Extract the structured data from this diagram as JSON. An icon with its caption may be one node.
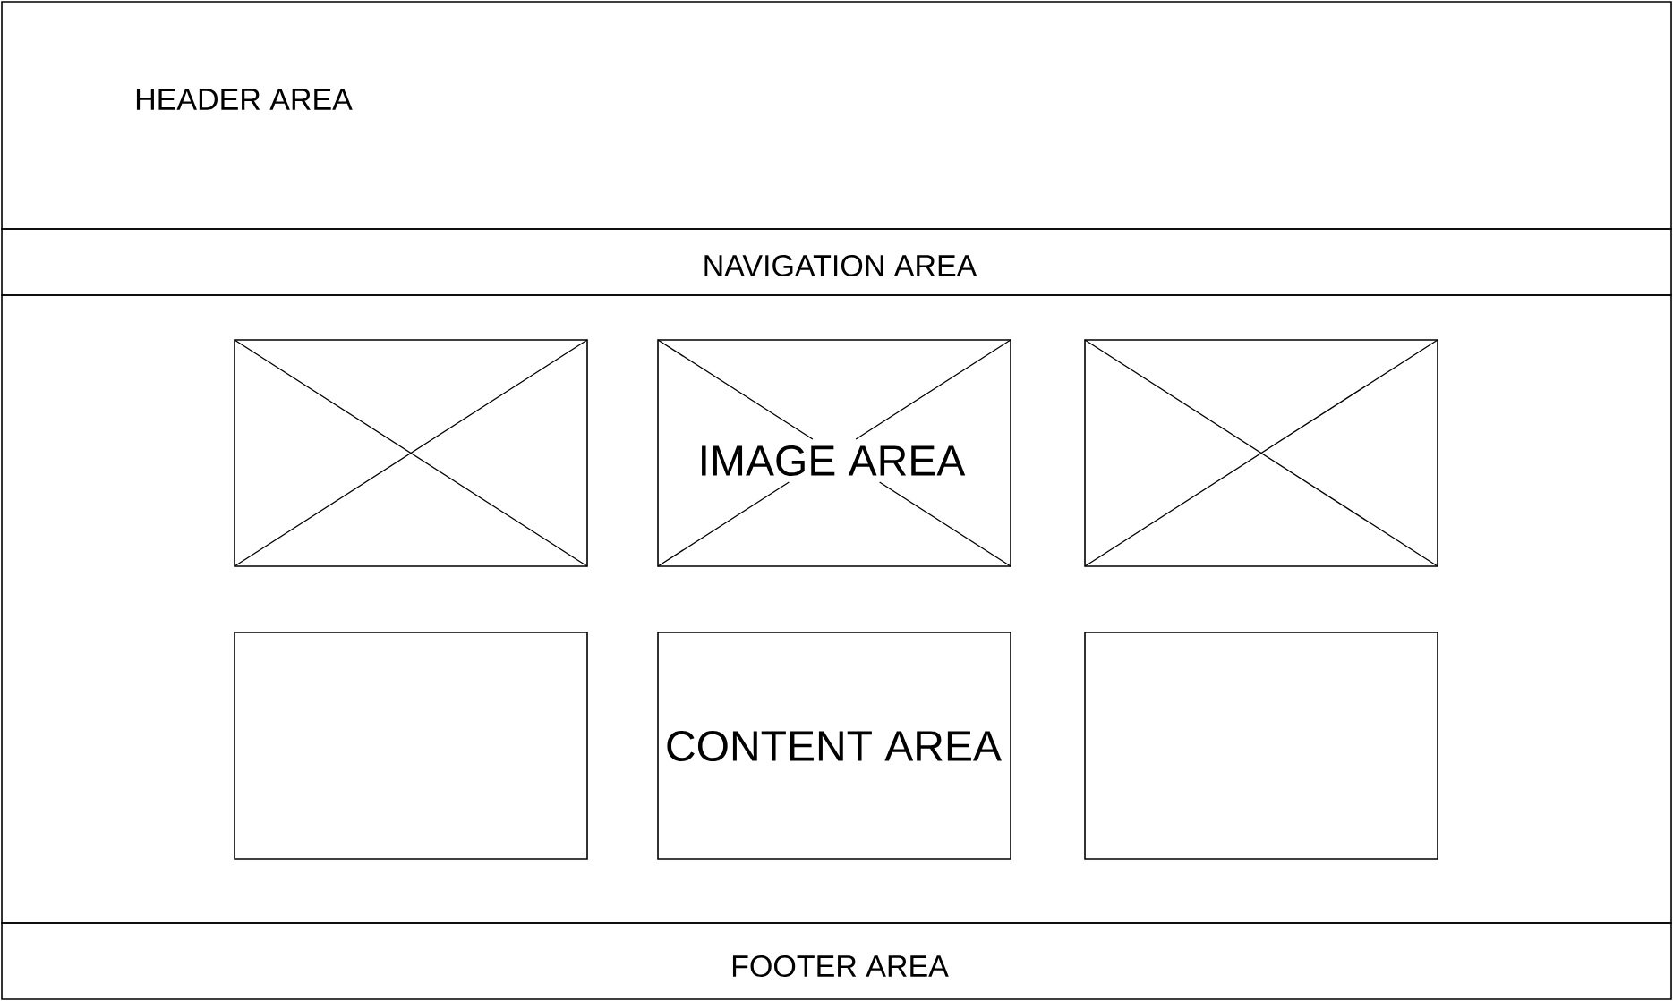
{
  "diagram": {
    "nodes": [
      {
        "text": [
          "HEADER AREA"
        ]
      },
      {
        "text": [
          "NAVIGATION AREA"
        ]
      },
      {
        "text": [],
        "shape": "box"
      },
      {
        "text": [],
        "shape": "box",
        "in": 2
      },
      {
        "text": [
          "IMAGE AREA"
        ],
        "in": 2
      },
      {
        "text": [],
        "shape": "box",
        "in": 2
      },
      {
        "text": [],
        "shape": "box",
        "in": 2
      },
      {
        "text": [
          "CONTENT AREA"
        ],
        "in": 2
      },
      {
        "text": [],
        "shape": "box",
        "in": 2
      },
      {
        "text": [
          "FOOTER AREA"
        ]
      }
    ]
  }
}
